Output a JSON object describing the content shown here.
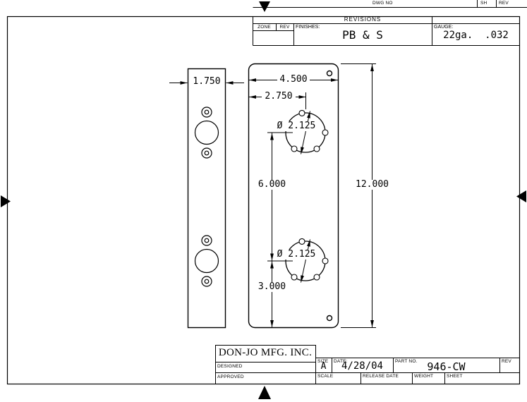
{
  "sheet": {
    "top_strip": {
      "dwg_no": "DWG NO",
      "sh": "SH",
      "rev": "REV"
    },
    "revisions": {
      "title": "REVISIONS",
      "zone": "ZONE",
      "rev": "REV",
      "finishes_label": "FINISHES:",
      "finishes_value": "PB & S",
      "gauge_label": "GAUGE:",
      "gauge_value": "22ga.  .032"
    },
    "dims": {
      "side_plate_width": "1.750",
      "plate_width": "4.500",
      "hole_center_offset": "2.750",
      "hole_dia_top": "Ø 2.125",
      "hole_spacing": "6.000",
      "hole_dia_bottom": "Ø 2.125",
      "bottom_hole_offset": "3.000",
      "plate_height": "12.000"
    },
    "title_block": {
      "company": "DON-JO MFG. INC.",
      "designed": "DESIGNED",
      "approved": "APPROVED",
      "size_label": "SIZE",
      "size_value": "A",
      "date_label": "DATE:",
      "date_value": "4/28/04",
      "part_label": "PART NO.",
      "part_value": "946-CW",
      "rev_label": "REV",
      "scale_label": "SCALE",
      "release_label": "RELEASE DATE",
      "weight_label": "WEIGHT",
      "sheet_label": "SHEET"
    }
  }
}
